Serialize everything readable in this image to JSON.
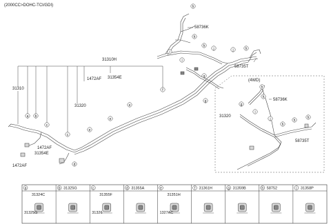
{
  "title": "(2000CC>DOHC-TCI/GDI)",
  "inset_label": "(4WD)",
  "labels": {
    "p31310": "31310",
    "p31310h": "31310H",
    "p31354e_top": "31354E",
    "p1472af_top": "1472AF",
    "p31320": "31320",
    "p1472af_left": "1472AF",
    "p31354e_left": "31354E",
    "p1472af_bottom": "1472AF",
    "p58736k": "58736K",
    "p58735t": "58735T",
    "p31320_inset": "31320",
    "p58736k_inset": "58736K",
    "p58735t_inset": "58735T"
  },
  "callouts": [
    "a",
    "b",
    "c",
    "d",
    "e",
    "f",
    "g",
    "h",
    "i",
    "j"
  ],
  "table": {
    "cells": [
      {
        "letter": "a",
        "code": "",
        "parts": [
          "31324C",
          "31325G"
        ]
      },
      {
        "letter": "b",
        "code": "31325G",
        "parts": []
      },
      {
        "letter": "c",
        "code": "",
        "parts": [
          "31355F",
          "31326"
        ]
      },
      {
        "letter": "d",
        "code": "31355A",
        "parts": []
      },
      {
        "letter": "e",
        "code": "",
        "parts": [
          "31351H",
          "1327AC"
        ]
      },
      {
        "letter": "f",
        "code": "31361H",
        "parts": []
      },
      {
        "letter": "g",
        "code": "31359B",
        "parts": []
      },
      {
        "letter": "h",
        "code": "58752",
        "parts": []
      },
      {
        "letter": "i",
        "code": "31358P",
        "parts": []
      }
    ]
  },
  "icons": [
    "clip-icon",
    "grommet-icon",
    "bracket-icon",
    "clamp-icon",
    "bolt-icon",
    "connector-icon",
    "holder-icon",
    "cap-icon",
    "retainer-icon"
  ]
}
